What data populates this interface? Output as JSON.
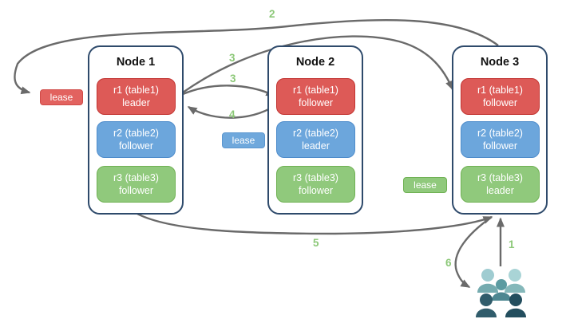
{
  "diagram": {
    "nodes": [
      {
        "title": "Node 1",
        "replicas": [
          {
            "label": "r1 (table1)",
            "role": "leader",
            "color": "red"
          },
          {
            "label": "r2 (table2)",
            "role": "follower",
            "color": "blue"
          },
          {
            "label": "r3 (table3)",
            "role": "follower",
            "color": "green"
          }
        ]
      },
      {
        "title": "Node 2",
        "replicas": [
          {
            "label": "r1 (table1)",
            "role": "follower",
            "color": "red"
          },
          {
            "label": "r2 (table2)",
            "role": "leader",
            "color": "blue"
          },
          {
            "label": "r3 (table3)",
            "role": "follower",
            "color": "green"
          }
        ]
      },
      {
        "title": "Node 3",
        "replicas": [
          {
            "label": "r1 (table1)",
            "role": "follower",
            "color": "red"
          },
          {
            "label": "r2 (table2)",
            "role": "follower",
            "color": "blue"
          },
          {
            "label": "r3 (table3)",
            "role": "leader",
            "color": "green"
          }
        ]
      }
    ],
    "leases": [
      {
        "label": "lease",
        "color": "#E2625F"
      },
      {
        "label": "lease",
        "color": "#6FA8DC"
      },
      {
        "label": "lease",
        "color": "#90C97C"
      }
    ],
    "arrows": [
      {
        "number": "1"
      },
      {
        "number": "2"
      },
      {
        "number": "3"
      },
      {
        "number": "3"
      },
      {
        "number": "4"
      },
      {
        "number": "5"
      },
      {
        "number": "6"
      }
    ],
    "colors": {
      "replica_red": "#DD5A57",
      "replica_red_border": "#C23431",
      "replica_blue": "#6CA6DC",
      "replica_blue_border": "#4E8CCB",
      "replica_green": "#90C97C",
      "replica_green_border": "#6FB153",
      "node_border": "#2E4A6B",
      "arrow_gray": "#6A6A6A",
      "number_green": "#8CC878",
      "users_light_teal": "#A9D4D6",
      "users_medium_teal": "#5C9BA1",
      "users_dark_teal": "#2F5C6B"
    },
    "icons": [
      "users-group-icon"
    ]
  }
}
